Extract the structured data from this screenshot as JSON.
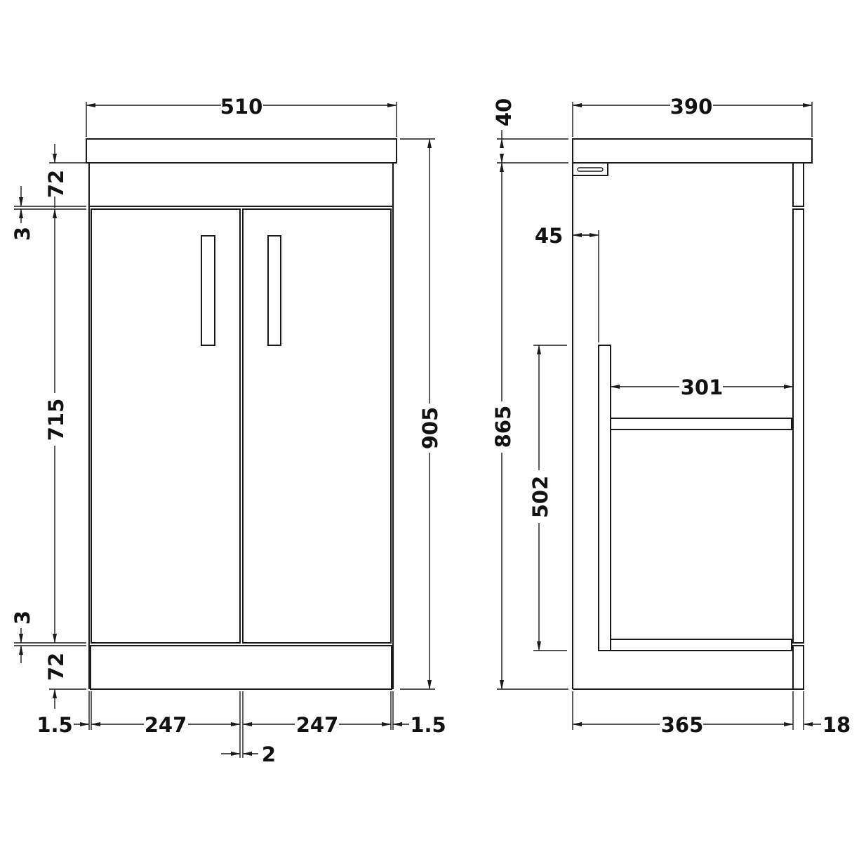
{
  "front_view": {
    "overall_width": "510",
    "overall_height": "905",
    "top_rail": "72",
    "top_gap": "3",
    "door_height": "715",
    "bottom_gap": "3",
    "plinth": "72",
    "left_edge": "1.5",
    "left_door_width": "247",
    "right_door_width": "247",
    "right_edge": "1.5",
    "door_gap": "2"
  },
  "side_view": {
    "overall_depth": "390",
    "worktop_thickness": "40",
    "carcass_height": "865",
    "drawer_inset": "45",
    "drawer_height": "502",
    "drawer_depth": "301",
    "carcass_depth": "365",
    "door_thickness": "18"
  },
  "colors": {
    "line": "#1a1a1a",
    "background": "#ffffff"
  }
}
